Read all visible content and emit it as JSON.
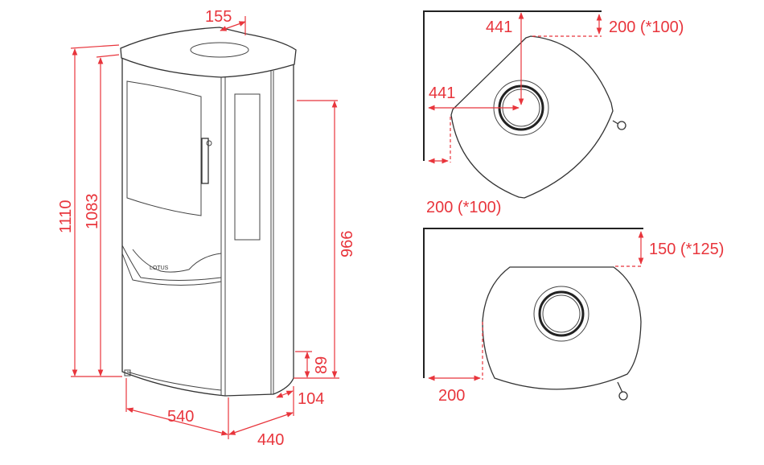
{
  "colors": {
    "dimension": "#e8353c",
    "outline": "#333333"
  },
  "front_view": {
    "brand": "LOTUS",
    "dimensions": {
      "flue_offset": "155",
      "total_height": "1110",
      "flue_height": "1083",
      "side_height": "966",
      "air_inlet_height": "89",
      "air_inlet_offset": "104",
      "width": "540",
      "depth": "440"
    }
  },
  "corner_plan": {
    "dimensions": {
      "flue_to_back_wall": "441",
      "flue_to_side_wall": "441",
      "back_clearance": "200 (*100)",
      "side_clearance": "200 (*100)"
    }
  },
  "wall_plan": {
    "dimensions": {
      "back_clearance": "150 (*125)",
      "side_clearance": "200"
    }
  }
}
